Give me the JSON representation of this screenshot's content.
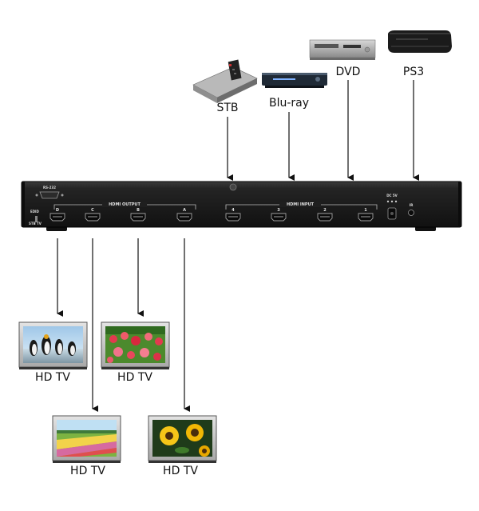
{
  "inputs": [
    {
      "label": "STB",
      "port": "4"
    },
    {
      "label": "Blu-ray",
      "port": "3"
    },
    {
      "label": "DVD",
      "port": "2"
    },
    {
      "label": "PS3",
      "port": "1"
    }
  ],
  "outputs": [
    {
      "port": "D",
      "label": "HD TV",
      "scene": "penguins"
    },
    {
      "port": "C",
      "label": "HD TV",
      "scene": "field"
    },
    {
      "port": "B",
      "label": "HD TV",
      "scene": "tulips"
    },
    {
      "port": "A",
      "label": "HD TV",
      "scene": "sunflowers"
    }
  ],
  "device": {
    "output_group": "HDMI OUTPUT",
    "input_group": "HDMI INPUT",
    "serial_label": "RS-232",
    "edid_label": "EDID",
    "edid_modes": "STB  TV",
    "power_label": "DC 5V",
    "ir_label": "IR",
    "color": "#1c1c1c"
  }
}
